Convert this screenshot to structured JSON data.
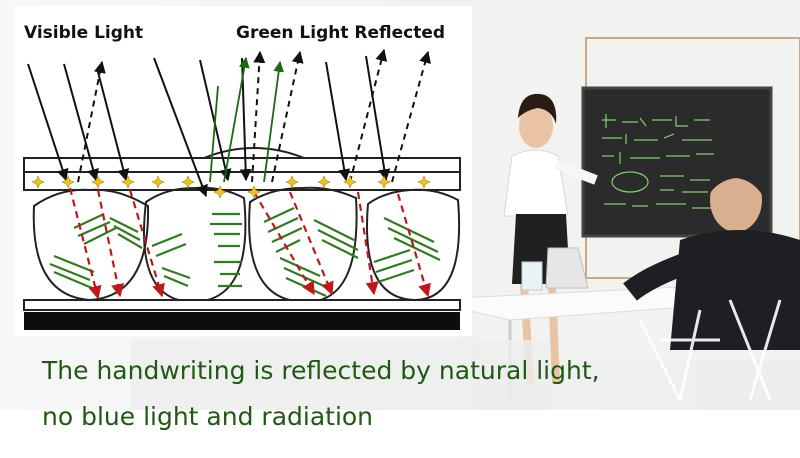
{
  "diagram": {
    "label_left": "Visible Light",
    "label_right": "Green Light Reflected"
  },
  "caption": {
    "line1": "The handwriting is reflected by natural light,",
    "line2": "no blue light and radiation"
  },
  "colors": {
    "caption": "#1f5a12",
    "incident_ray": "#111111",
    "reflected_ray": "#1a6b10",
    "absorbed_ray": "#c0181a",
    "star": "#f3c21b"
  }
}
